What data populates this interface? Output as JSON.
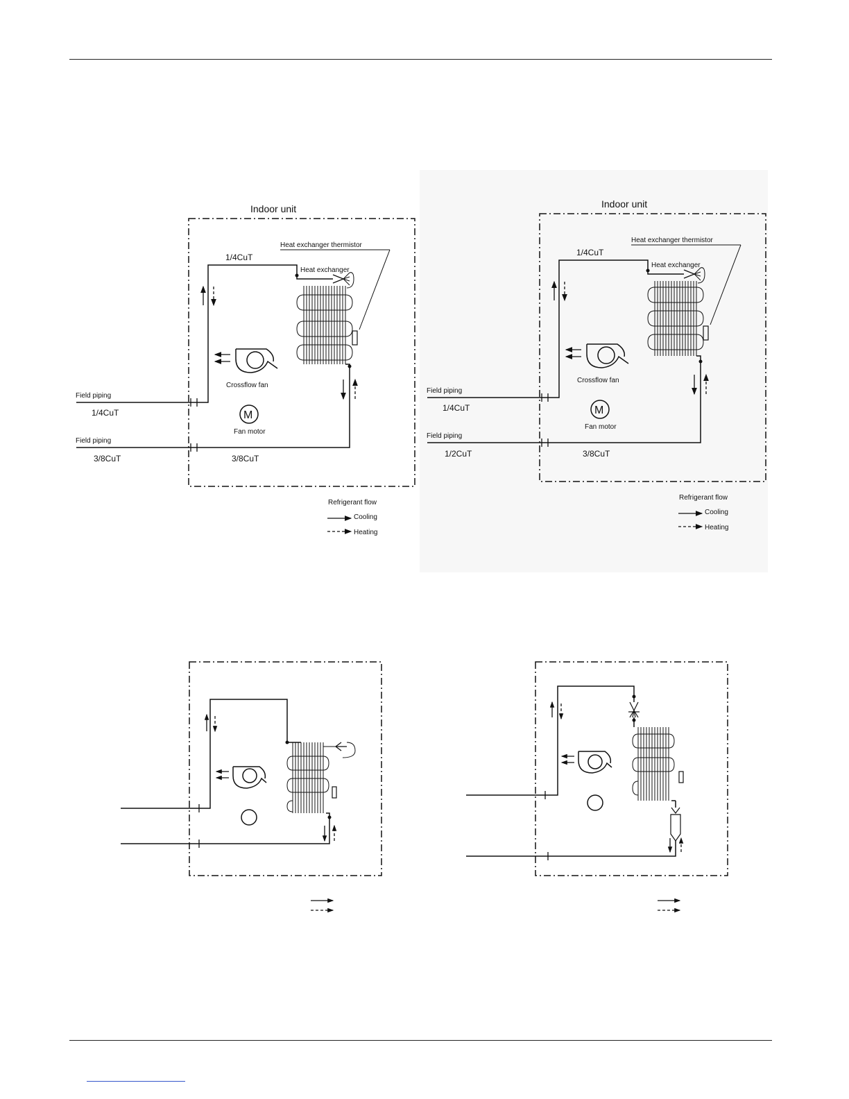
{
  "diagrams": [
    {
      "title": "Indoor unit",
      "thermistor_label": "Heat exchanger thermistor",
      "heat_exchanger_label": "Heat exchanger",
      "pipe_top_label": "1/4CuT",
      "pipe_bottom_label": "3/8CuT",
      "fan_label": "Crossflow fan",
      "motor_symbol": "M",
      "motor_label": "Fan motor",
      "field_piping_1": "Field piping",
      "field_size_1": "1/4CuT",
      "field_piping_2": "Field piping",
      "field_size_2": "3/8CuT",
      "legend_title": "Refrigerant flow",
      "legend_cooling": "Cooling",
      "legend_heating": "Heating"
    },
    {
      "title": "Indoor unit",
      "thermistor_label": "Heat exchanger thermistor",
      "heat_exchanger_label": "Heat exchanger",
      "pipe_top_label": "1/4CuT",
      "pipe_bottom_label": "3/8CuT",
      "fan_label": "Crossflow fan",
      "motor_symbol": "M",
      "motor_label": "Fan motor",
      "field_piping_1": "Field piping",
      "field_size_1": "1/4CuT",
      "field_piping_2": "Field piping",
      "field_size_2": "1/2CuT",
      "legend_title": "Refrigerant flow",
      "legend_cooling": "Cooling",
      "legend_heating": "Heating"
    }
  ]
}
